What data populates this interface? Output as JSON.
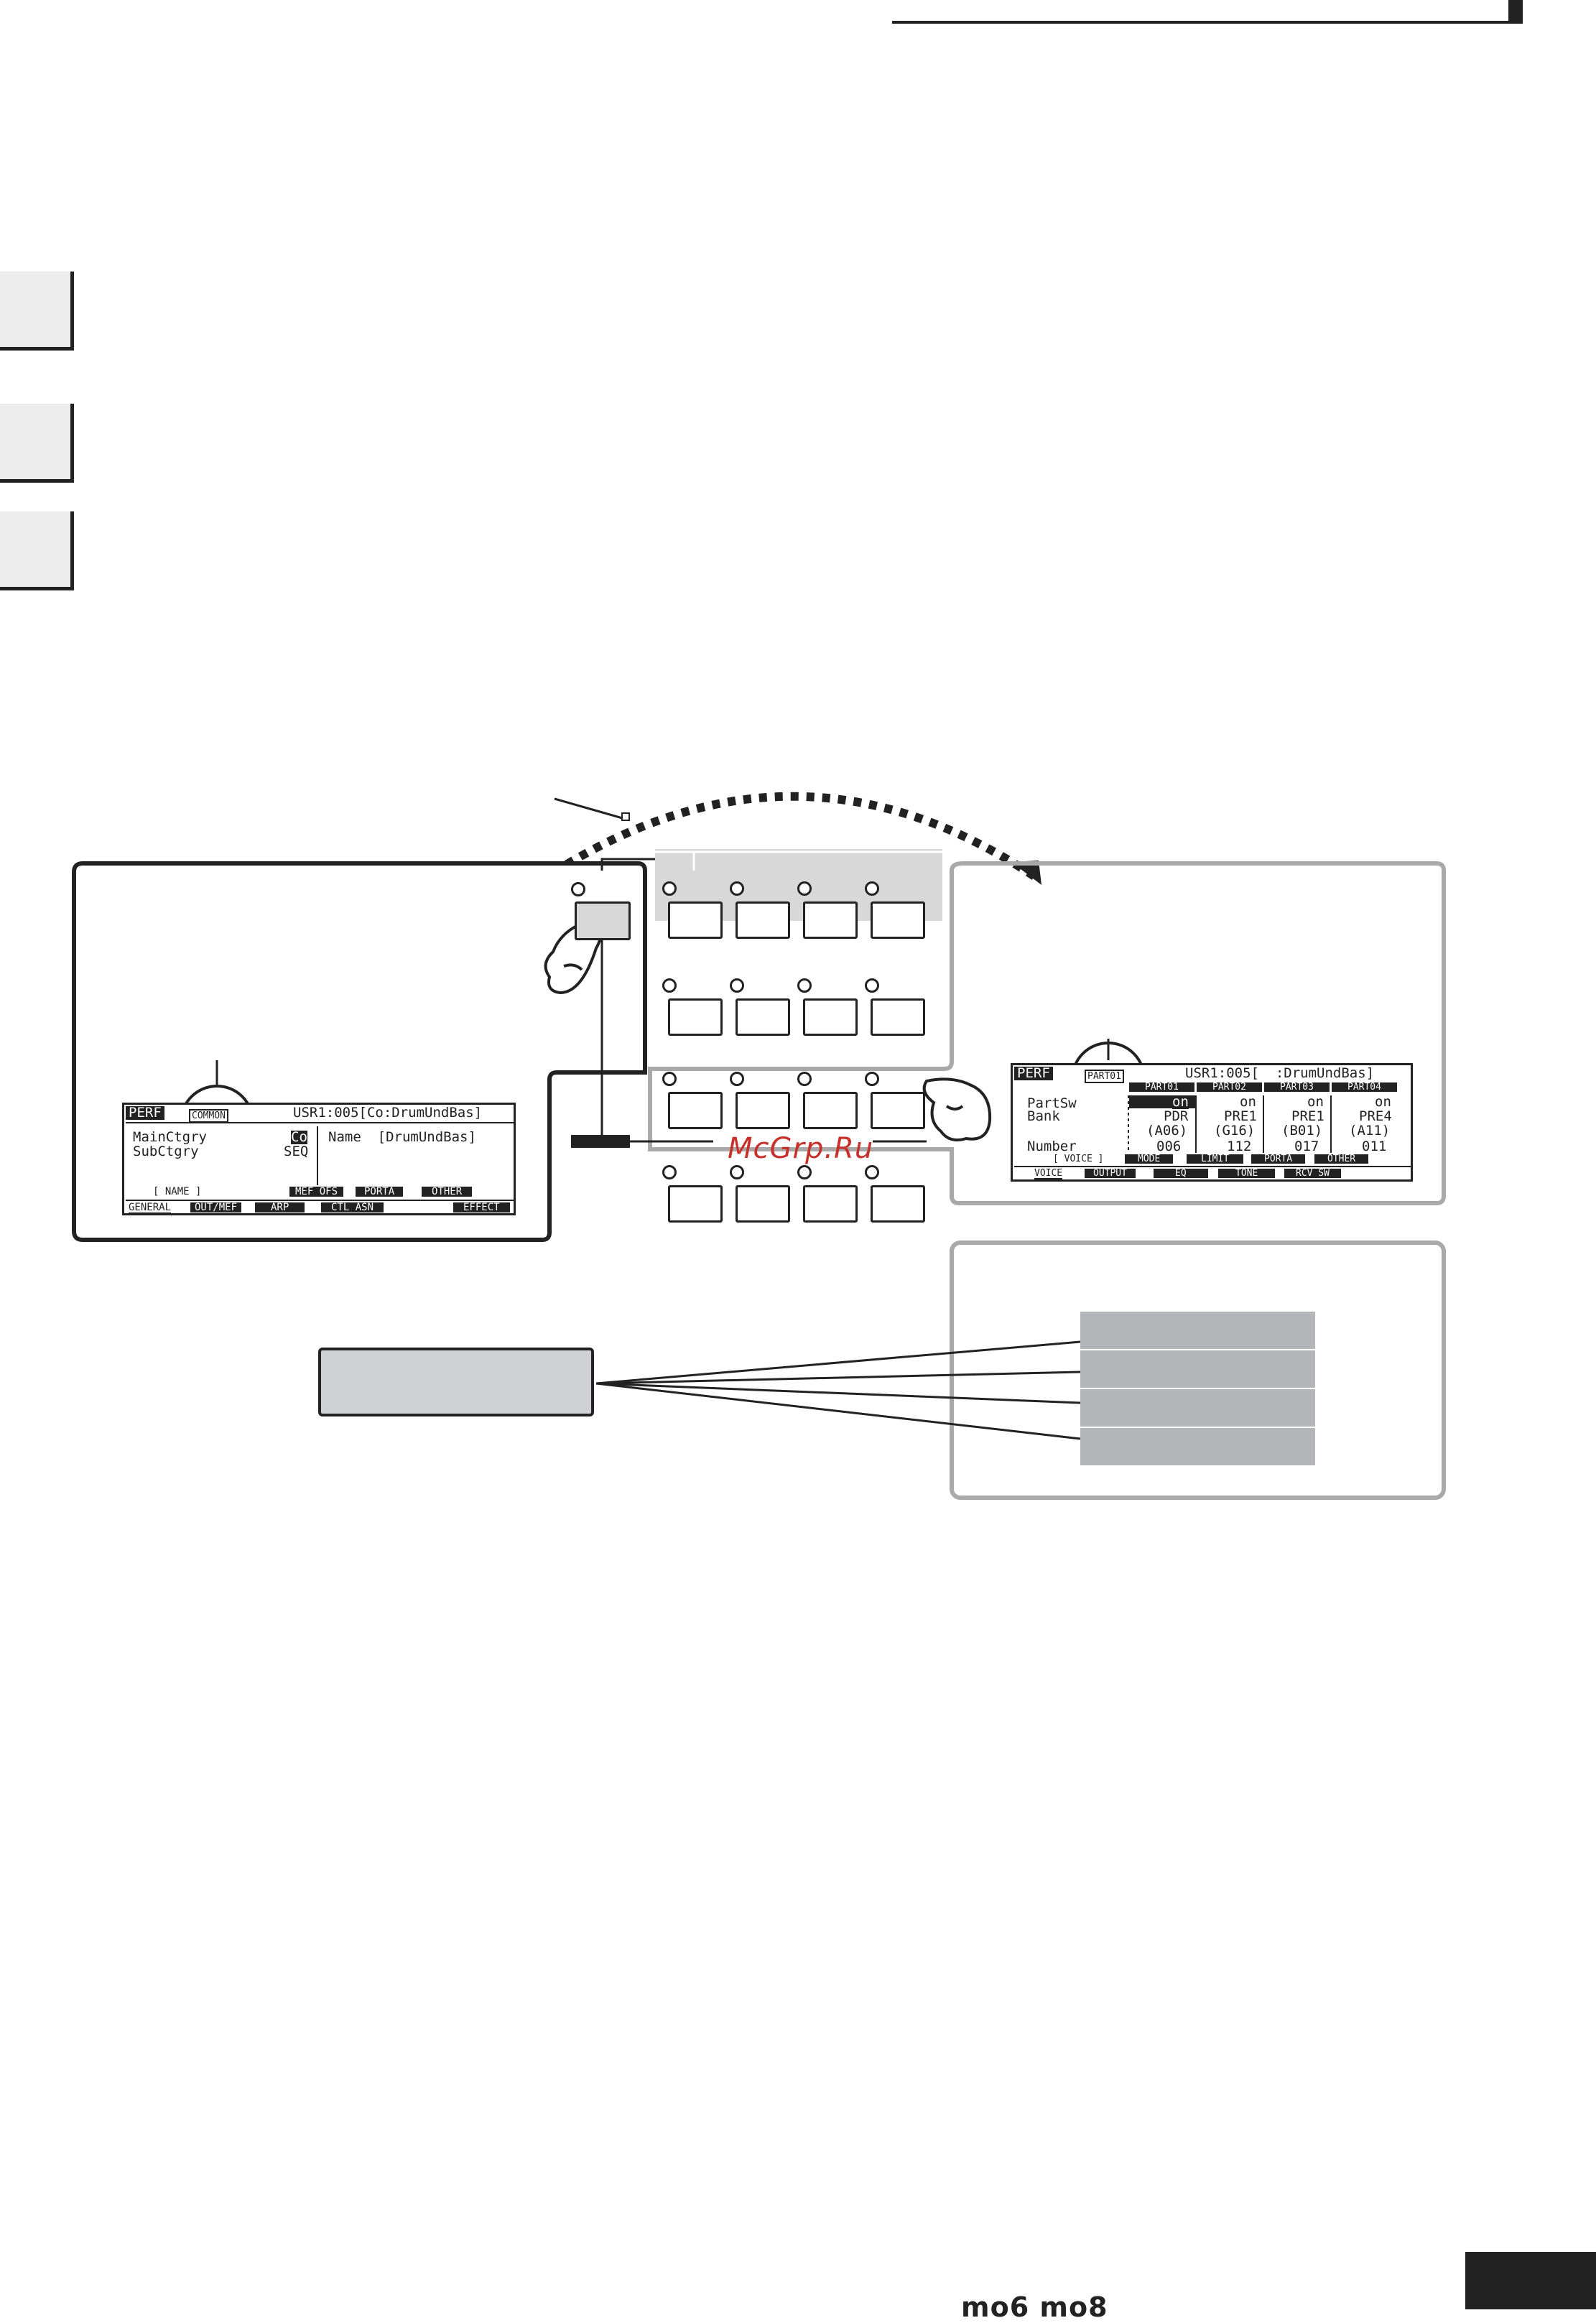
{
  "watermark": "McGrp.Ru",
  "brand": "mo6 mo8",
  "common_screen": {
    "tag_perf": "PERF",
    "tag_common": "COMMON",
    "header": "USR1:005[Co:DrumUndBas]",
    "row1_left": "MainCtgry",
    "row1_value": "Co",
    "row1_right": "Name  [DrumUndBas]",
    "row2_left": "SubCtgry",
    "row2_value": "SEQ",
    "func_name": "[ NAME ]",
    "func_tabs": [
      "MEF OFS",
      "PORTA",
      "OTHER"
    ],
    "bottom_tabs": [
      "GENERAL",
      "OUT/MEF",
      "ARP",
      "CTL ASN",
      "EFFECT"
    ]
  },
  "part_screen": {
    "tag_perf": "PERF",
    "tag_part": "PART01",
    "header": "USR1:005[  :DrumUndBas]",
    "part_headers": [
      "PART01",
      "PART02",
      "PART03",
      "PART04"
    ],
    "row_labels": [
      "PartSw",
      "Bank",
      "",
      "Number"
    ],
    "parts": [
      {
        "sw": "on",
        "bank": "PDR",
        "bank_sub": "(A06)",
        "number": "006"
      },
      {
        "sw": "on",
        "bank": "PRE1",
        "bank_sub": "(G16)",
        "number": "112"
      },
      {
        "sw": "on",
        "bank": "PRE1",
        "bank_sub": "(B01)",
        "number": "017"
      },
      {
        "sw": "on",
        "bank": "PRE4",
        "bank_sub": "(A11)",
        "number": "011"
      }
    ],
    "func_tabs": [
      "[ VOICE ]",
      "MODE",
      "LIMIT",
      "PORTA",
      "OTHER"
    ],
    "bottom_tabs": [
      "VOICE",
      "OUTPUT",
      "EQ",
      "TONE",
      "RCV SW"
    ]
  },
  "colors": {
    "panel_border_dark": "#222222",
    "panel_border_light": "#a9a9a9",
    "shade": "#d8d8d8",
    "callout_fill": "#cfd1d4",
    "row_fill": "#b3b5b9",
    "watermark": "#c8302a"
  }
}
